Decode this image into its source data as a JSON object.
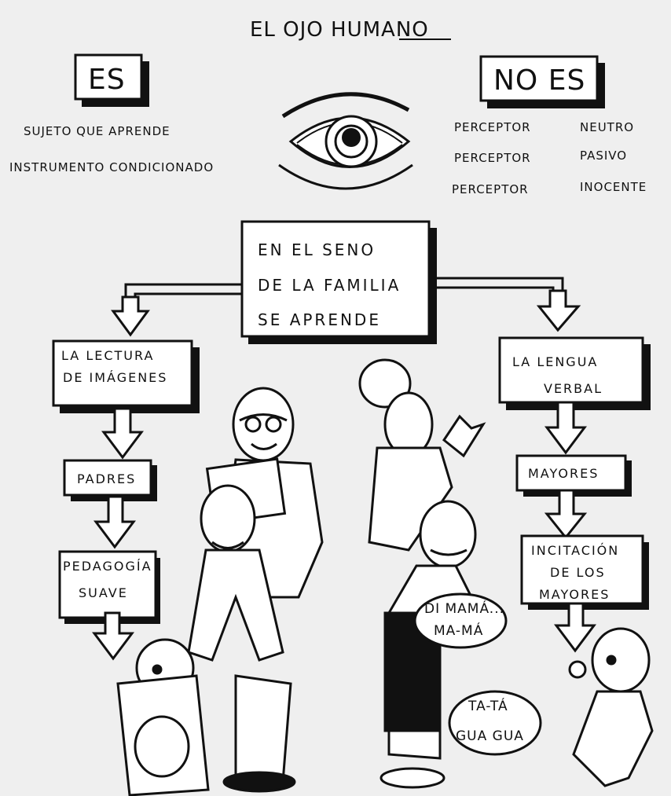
{
  "title": "EL OJO HUMANO",
  "es": {
    "header": "ES",
    "items": [
      "SUJETO QUE APRENDE",
      "INSTRUMENTO CONDICIONADO"
    ]
  },
  "no_es": {
    "header": "NO ES",
    "items": [
      {
        "a": "PERCEPTOR",
        "b": "NEUTRO"
      },
      {
        "a": "PERCEPTOR",
        "b": "PASIVO"
      },
      {
        "a": "PERCEPTOR",
        "b": "INOCENTE"
      }
    ]
  },
  "center_box": {
    "lines": [
      "EN EL SENO",
      "DE LA FAMILIA",
      "SE APRENDE"
    ]
  },
  "left_branch": {
    "box1": [
      "LA LECTURA",
      "DE IMÁGENES"
    ],
    "box2": [
      "PADRES"
    ],
    "box3": [
      "PEDAGOGÍA",
      "SUAVE"
    ]
  },
  "right_branch": {
    "box1": [
      "LA LENGUA",
      "VERBAL"
    ],
    "box2": [
      "MAYORES"
    ],
    "box3": [
      "INCITACIÓN",
      "DE LOS",
      "MAYORES"
    ]
  },
  "bubbles": {
    "mother": [
      "DI MAMÁ...",
      "MA-MÁ"
    ],
    "baby": [
      "TA-TÁ",
      "GUA GUA"
    ]
  }
}
